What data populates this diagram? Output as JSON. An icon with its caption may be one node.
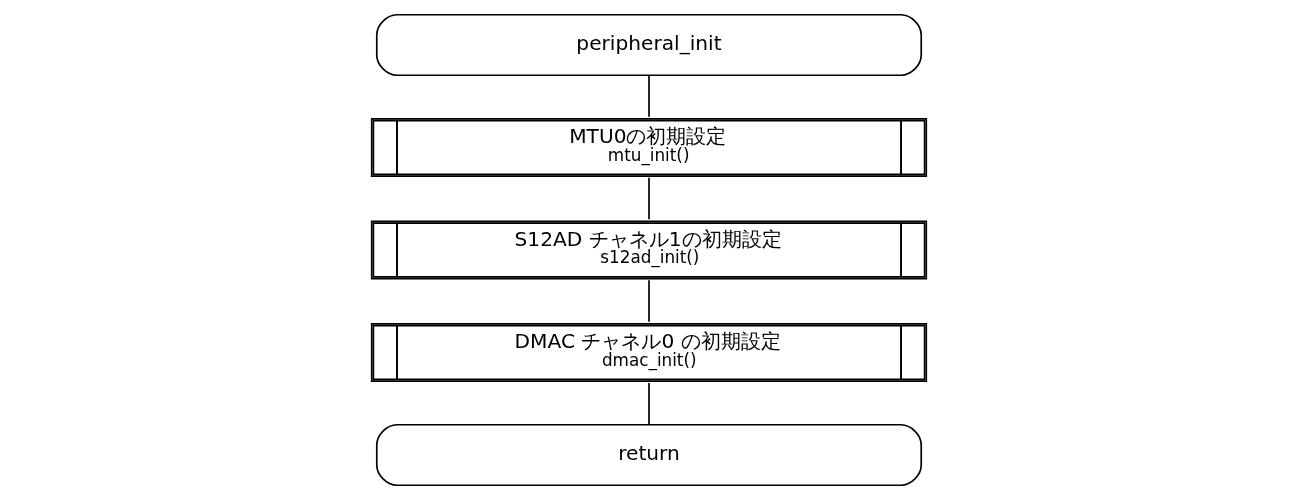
{
  "diagram": {
    "nodes": [
      {
        "text": [
          "peripheral_init"
        ]
      },
      {
        "text": [
          "MTU0の初期設定",
          "mtu_init()"
        ]
      },
      {
        "text": [
          "S12AD チャネル1の初期設定",
          "s12ad_init()"
        ]
      },
      {
        "text": [
          "DMAC チャネル0 の初期設定",
          "dmac_init()"
        ]
      },
      {
        "text": [
          "return"
        ]
      }
    ],
    "edges": [
      {
        "from": 0,
        "to": 1,
        "arrow": "none"
      },
      {
        "from": 1,
        "to": 2,
        "arrow": "none"
      },
      {
        "from": 2,
        "to": 3,
        "arrow": "none"
      },
      {
        "from": 3,
        "to": 4,
        "arrow": "none"
      }
    ]
  }
}
